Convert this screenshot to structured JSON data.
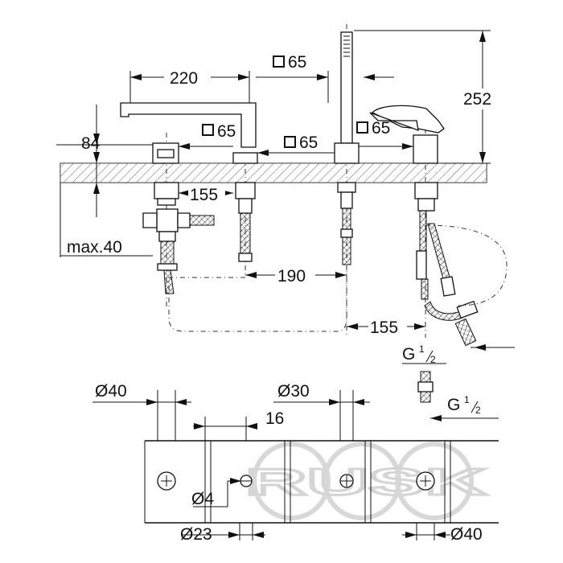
{
  "dimensions": {
    "spout_reach": "220",
    "spout_base_square": "65",
    "diverter_square": "65",
    "handshower_square": "65",
    "handle_square": "65",
    "handle_height": "252",
    "spout_height": "84",
    "spacing_left": "155",
    "spacing_mid": "190",
    "spacing_right": "155",
    "max_deck": "max.40",
    "square_symbol": "",
    "thread_prefix": "G",
    "thread_num": "1",
    "thread_den": "2"
  },
  "plan": {
    "d_hole_left": "Ø40",
    "d_hole_mid": "Ø30",
    "gap_16": "16",
    "d_small": "Ø4",
    "d_23": "Ø23",
    "d_hole_right": "Ø40"
  },
  "watermark": {
    "text": "RUSK"
  }
}
